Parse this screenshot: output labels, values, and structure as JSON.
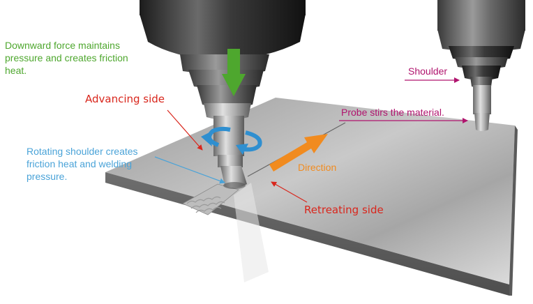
{
  "labels": {
    "downward_force": [
      "Downward force maintains",
      "pressure and creates friction",
      "heat."
    ],
    "advancing_side": "Advancing side",
    "rotating_shoulder": [
      "Rotating shoulder creates",
      "friction heat and welding",
      "pressure."
    ],
    "direction": "Direction",
    "retreating_side": "Retreating side",
    "shoulder": "Shoulder",
    "probe": "Probe stirs the material."
  },
  "colors": {
    "green": "#4ea72e",
    "red": "#d9261c",
    "blue": "#4aa3d8",
    "orange": "#f18b1f",
    "magenta": "#b0146e"
  }
}
